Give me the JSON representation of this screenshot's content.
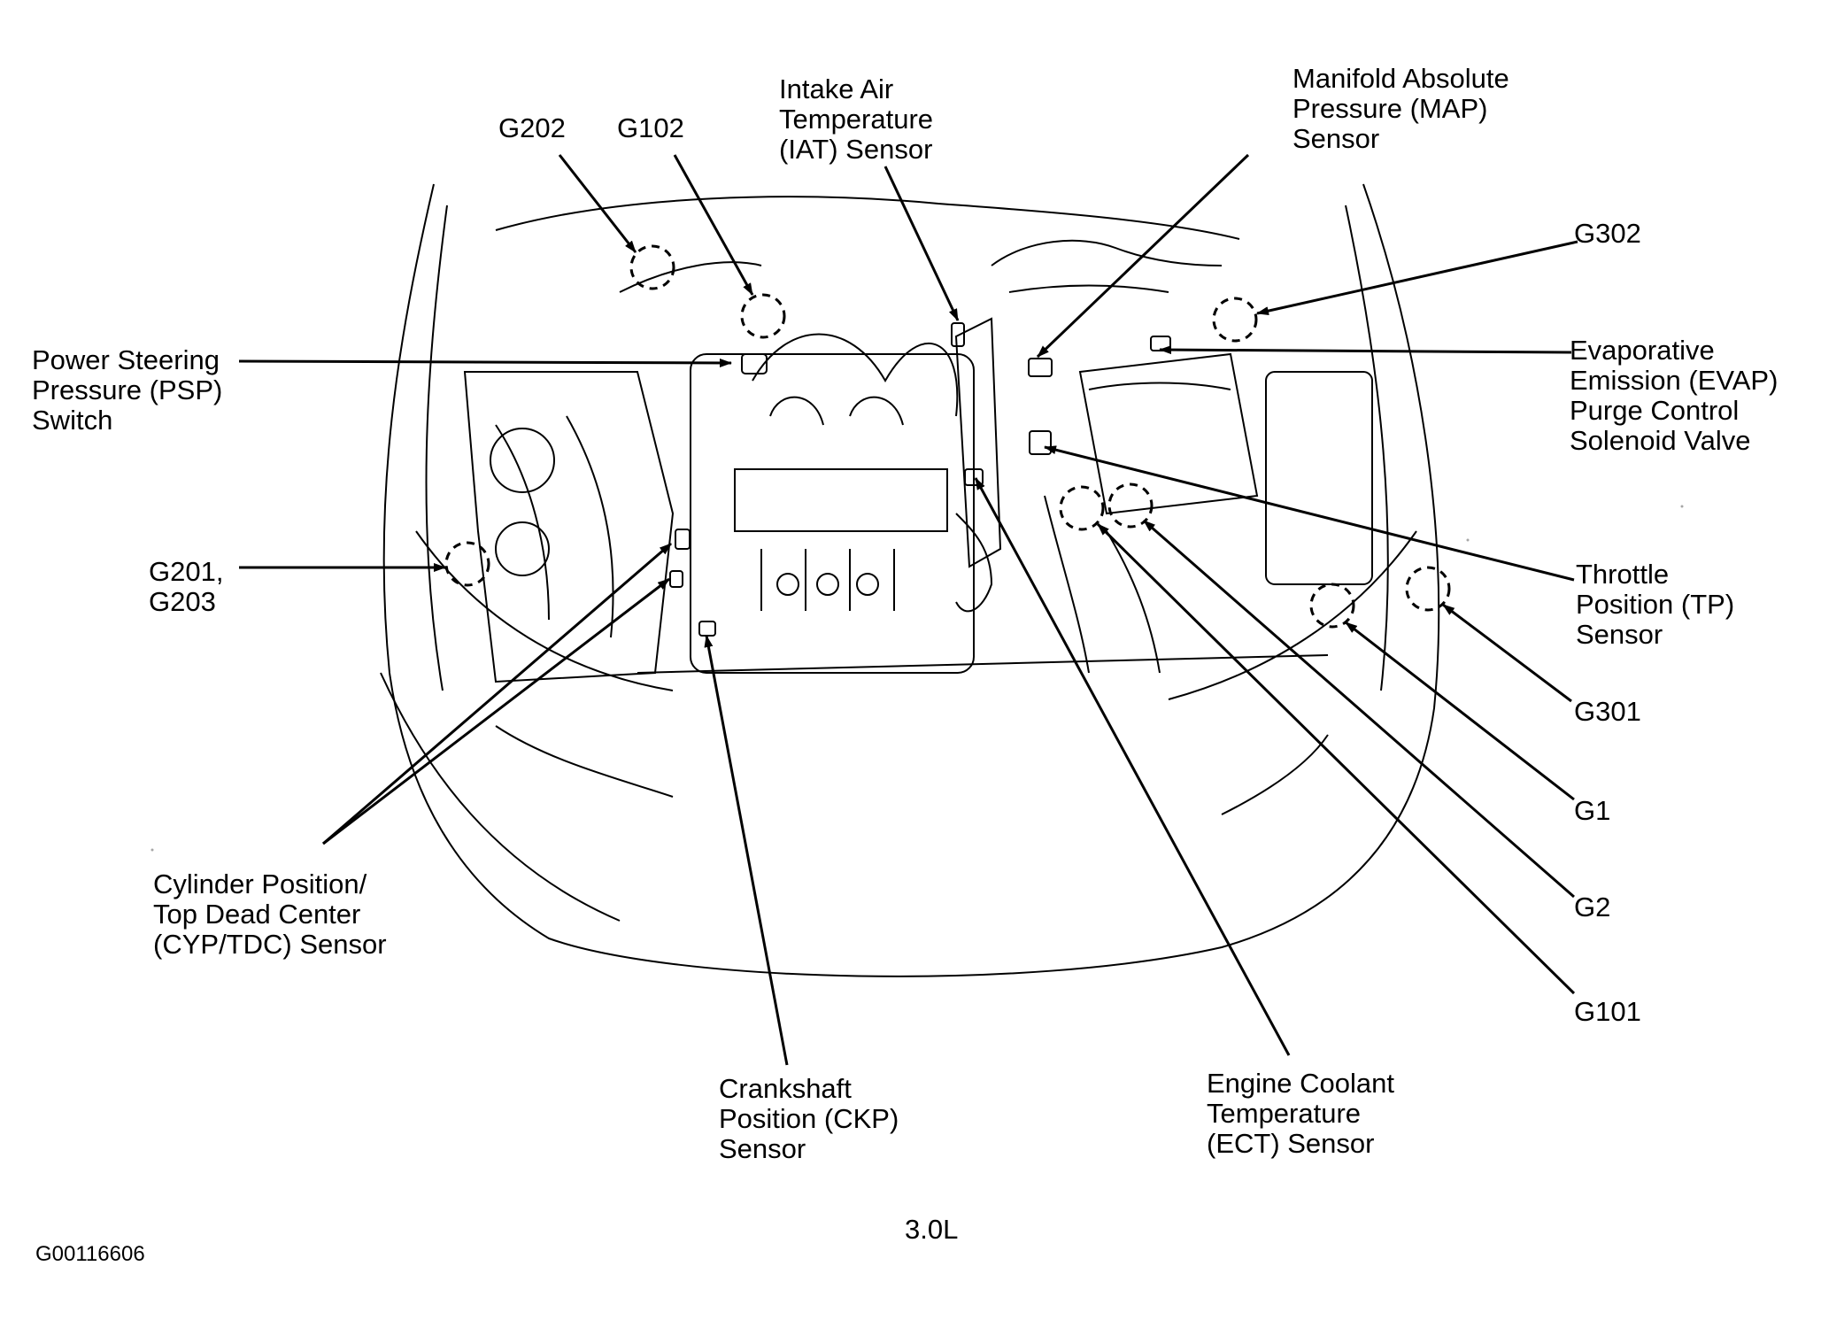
{
  "diagram": {
    "engine": "3.0L",
    "figure_id": "G00116606",
    "labels": {
      "g202": "G202",
      "g102": "G102",
      "iat": "Intake Air\nTemperature\n(IAT) Sensor",
      "map": "Manifold Absolute\nPressure (MAP)\nSensor",
      "g302": "G302",
      "psp": "Power Steering\nPressure (PSP)\nSwitch",
      "evap": "Evaporative\nEmission (EVAP)\nPurge Control\nSolenoid Valve",
      "g201": "G201,\nG203",
      "tp": "Throttle\nPosition (TP)\nSensor",
      "g301": "G301",
      "g1": "G1",
      "g2": "G2",
      "g101": "G101",
      "cyp": "Cylinder Position/\nTop Dead Center\n(CYP/TDC) Sensor",
      "ckp": "Crankshaft\nPosition (CKP)\nSensor",
      "ect": "Engine Coolant\nTemperature\n(ECT) Sensor"
    }
  }
}
